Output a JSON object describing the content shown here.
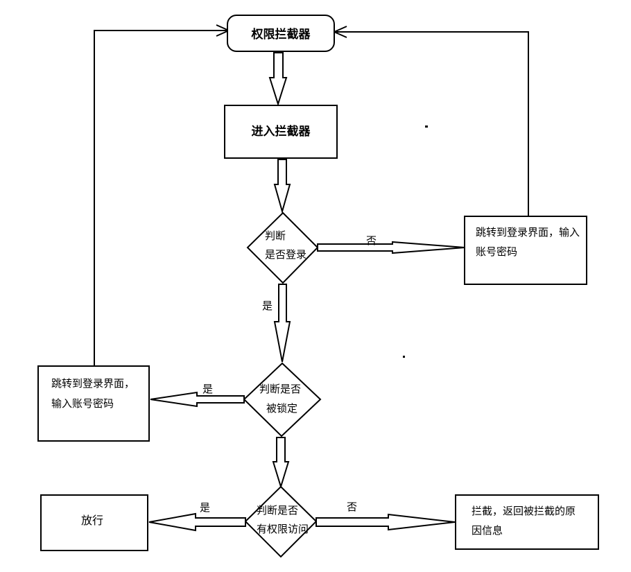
{
  "nodes": {
    "permission_interceptor": "权限拦截器",
    "enter_interceptor": "进入拦截器",
    "check_login": [
      "判断",
      "是否登录"
    ],
    "redirect_login_right": [
      "跳转到登录界面，输入",
      "账号密码"
    ],
    "check_locked": [
      "判断是否",
      "被锁定"
    ],
    "redirect_login_left": [
      "跳转到登录界面，",
      "输入账号密码"
    ],
    "check_permission": [
      "判断是否",
      "有权限访问"
    ],
    "allow": "放行",
    "intercept": [
      "拦截，返回被拦截的原",
      "因信息"
    ]
  },
  "edges": {
    "login_no": "否",
    "login_yes": "是",
    "locked_yes": "是",
    "permission_yes": "是",
    "permission_no": "否"
  }
}
